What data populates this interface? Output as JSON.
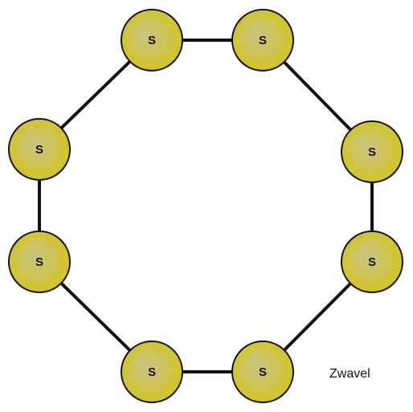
{
  "molecule": {
    "name": "Zwavel",
    "ring_size": 8,
    "atoms": [
      {
        "symbol": "S"
      },
      {
        "symbol": "S"
      },
      {
        "symbol": "S"
      },
      {
        "symbol": "S"
      },
      {
        "symbol": "S"
      },
      {
        "symbol": "S"
      },
      {
        "symbol": "S"
      },
      {
        "symbol": "S"
      }
    ]
  },
  "colors": {
    "atom_fill_center": "#c9c581",
    "atom_fill_edge": "#d2c61c",
    "atom_stroke": "#111111",
    "bond": "#111111"
  }
}
